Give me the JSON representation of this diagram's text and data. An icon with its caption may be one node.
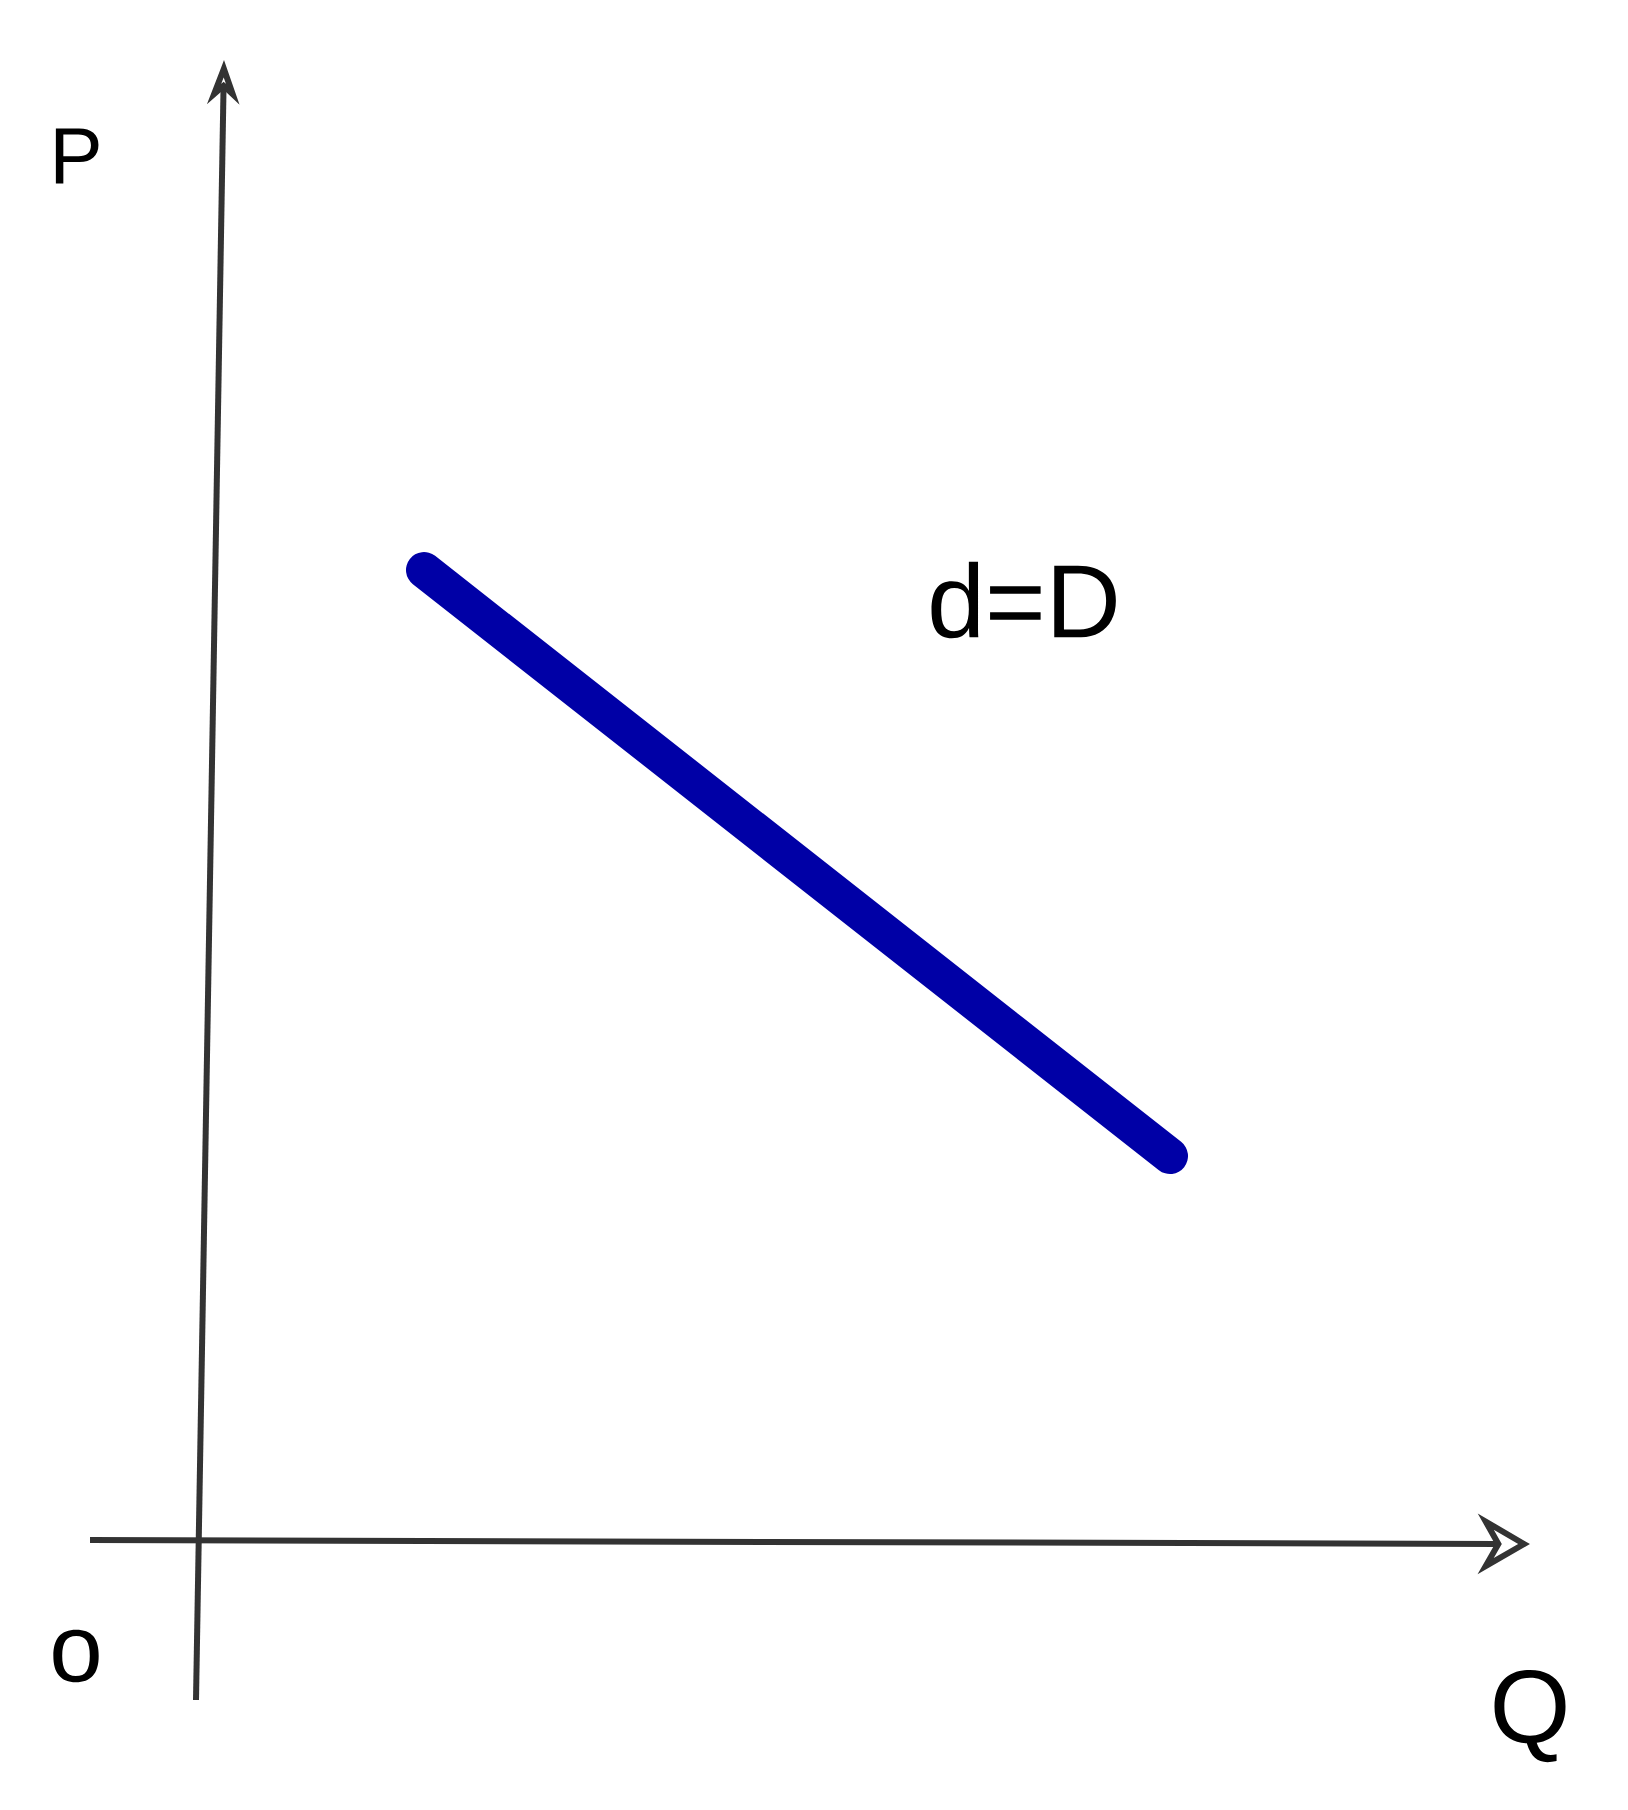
{
  "diagram": {
    "labels": [
      "P",
      "d=D",
      "o",
      "Q"
    ]
  }
}
